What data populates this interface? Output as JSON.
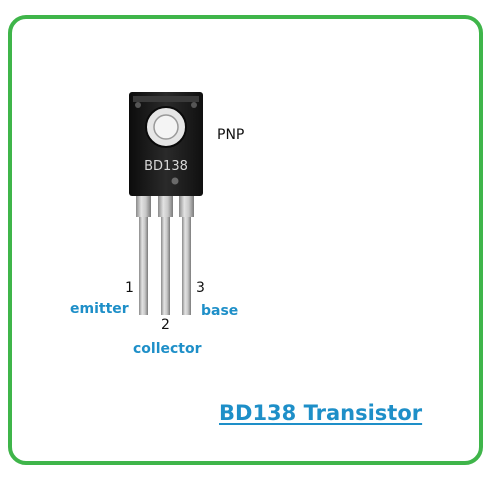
{
  "title": "BD138 Transistor",
  "part_marking": "BD138",
  "type_label": "PNP",
  "pins": [
    {
      "number": "1",
      "name": "emitter"
    },
    {
      "number": "2",
      "name": "collector"
    },
    {
      "number": "3",
      "name": "base"
    }
  ],
  "colors": {
    "border": "#3fb54a",
    "pin_name": "#1e8fc8",
    "title": "#1e8fc8",
    "body": "#1a1a1a"
  }
}
